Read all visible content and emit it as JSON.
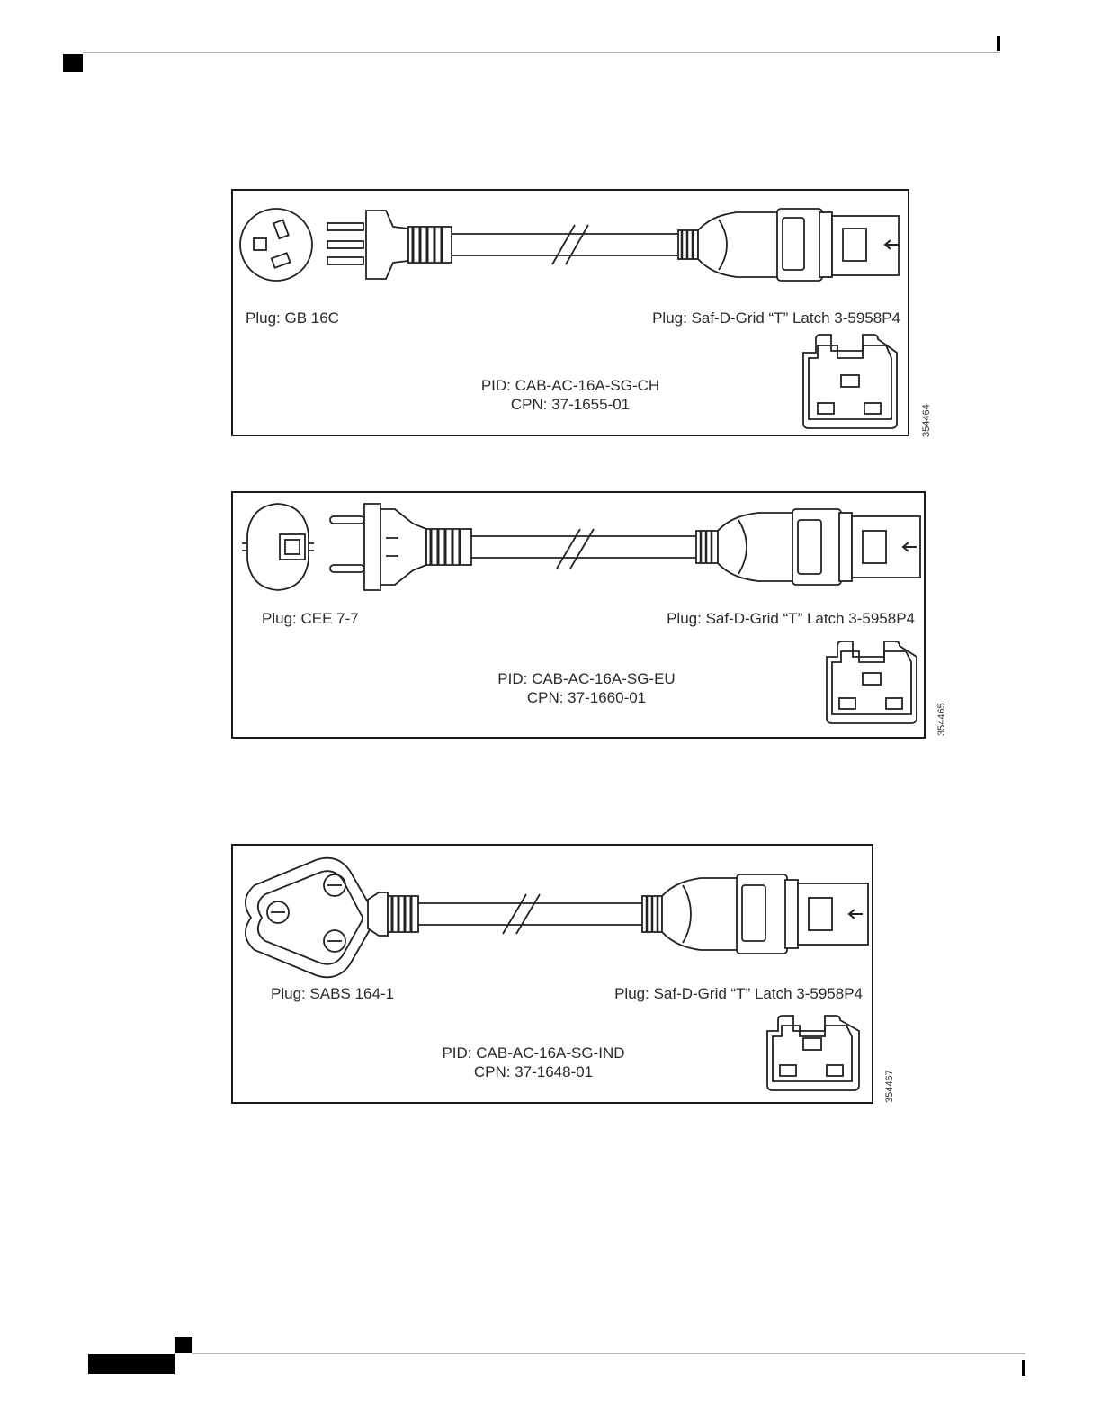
{
  "figures": [
    {
      "left_plug": "Plug: GB 16C",
      "right_plug": "Plug: Saf-D-Grid “T” Latch 3-5958P4",
      "pid": "PID: CAB-AC-16A-SG-CH",
      "cpn": "CPN: 37-1655-01",
      "figure_id": "354464"
    },
    {
      "left_plug": "Plug: CEE 7-7",
      "right_plug": "Plug: Saf-D-Grid “T” Latch 3-5958P4",
      "pid": "PID: CAB-AC-16A-SG-EU",
      "cpn": "CPN: 37-1660-01",
      "figure_id": "354465"
    },
    {
      "left_plug": "Plug: SABS 164-1",
      "right_plug": "Plug: Saf-D-Grid “T” Latch 3-5958P4",
      "pid": "PID: CAB-AC-16A-SG-IND",
      "cpn": "CPN: 37-1648-01",
      "figure_id": "354467"
    }
  ]
}
